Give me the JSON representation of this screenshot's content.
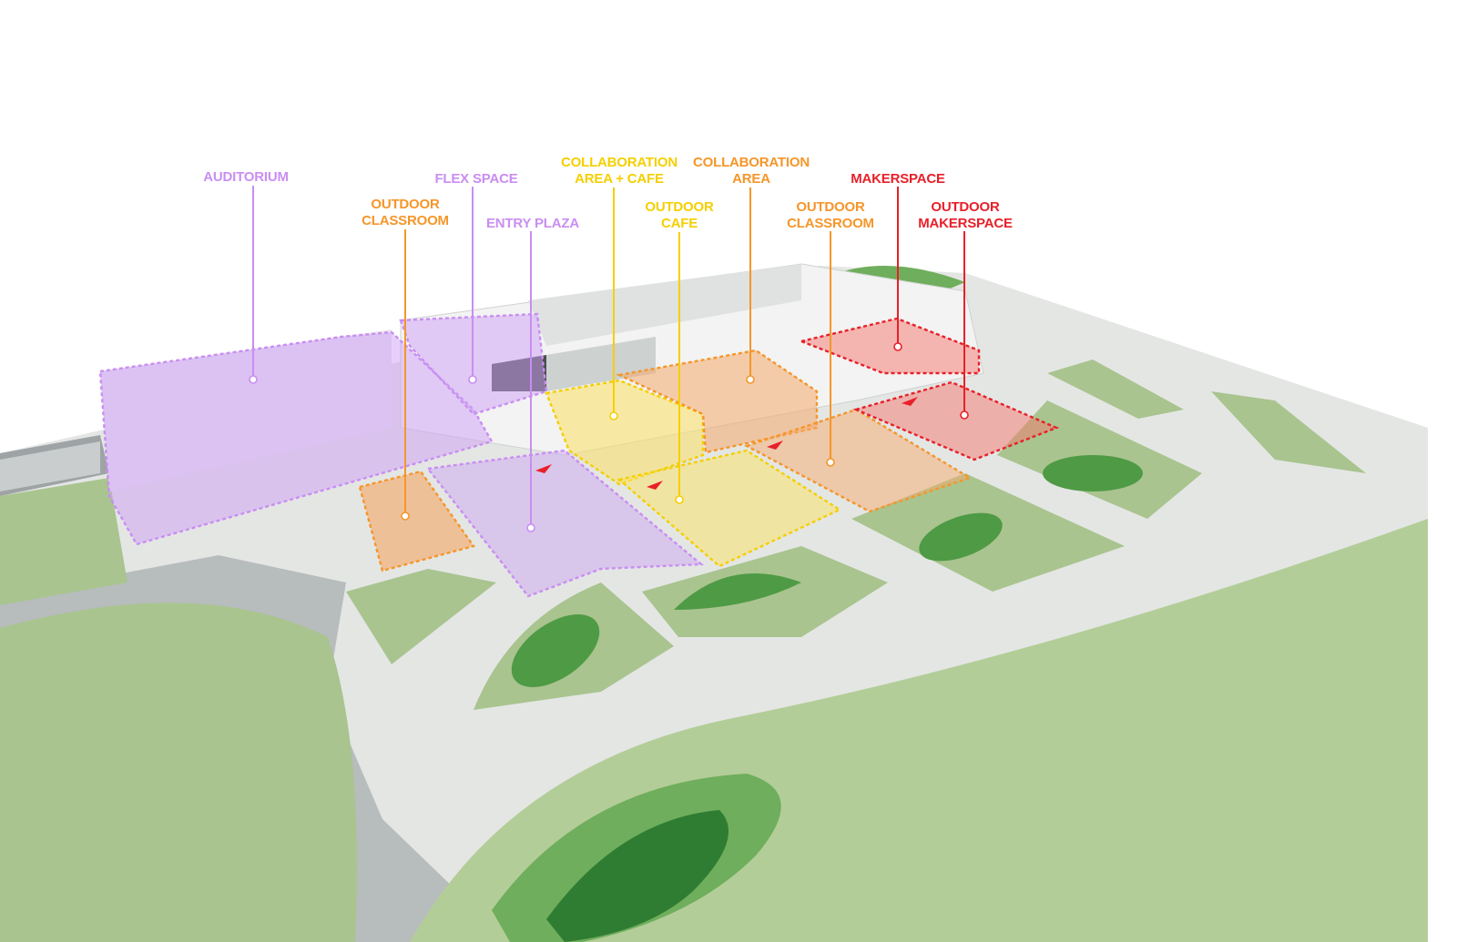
{
  "title": "Site program diagram",
  "colors": {
    "purple": "#c98ef2",
    "orange": "#f5962a",
    "yellow": "#f5cf00",
    "red": "#e8202a",
    "lawn": "#a9c48f",
    "lawn_dark": "#4f9a45",
    "paving": "#e7e9e7"
  },
  "labels": {
    "auditorium": {
      "line1": "AUDITORIUM",
      "category": "purple"
    },
    "outdoor_classroom_west": {
      "line1": "OUTDOOR",
      "line2": "CLASSROOM",
      "category": "orange"
    },
    "flex_space": {
      "line1": "FLEX SPACE",
      "category": "purple"
    },
    "entry_plaza": {
      "line1": "ENTRY PLAZA",
      "category": "purple"
    },
    "collaboration_cafe": {
      "line1": "COLLABORATION",
      "line2": "AREA + CAFE",
      "category": "yellow"
    },
    "outdoor_cafe": {
      "line1": "OUTDOOR",
      "line2": "CAFE",
      "category": "yellow"
    },
    "collaboration_area": {
      "line1": "COLLABORATION",
      "line2": "AREA",
      "category": "orange"
    },
    "outdoor_classroom_east": {
      "line1": "OUTDOOR",
      "line2": "CLASSROOM",
      "category": "orange"
    },
    "makerspace": {
      "line1": "MAKERSPACE",
      "category": "red"
    },
    "outdoor_makerspace": {
      "line1": "OUTDOOR",
      "line2": "MAKERSPACE",
      "category": "red"
    }
  }
}
